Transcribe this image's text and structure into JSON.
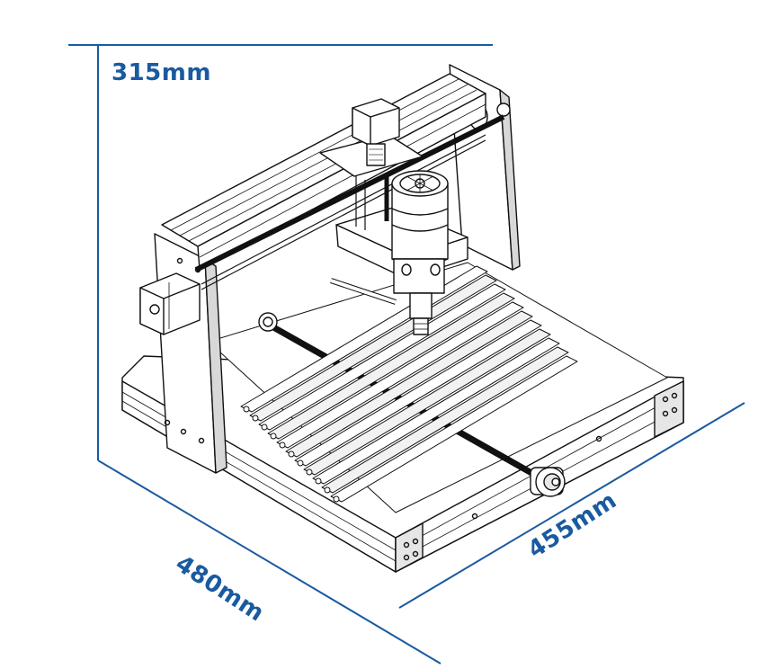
{
  "dimensions": {
    "height_label": "315mm",
    "length_label": "480mm",
    "width_label": "455mm"
  },
  "colors": {
    "dimension": "#1a5aa0",
    "outline": "#111111",
    "shade": "#c8c8c8",
    "rod": "#111111",
    "background": "#ffffff"
  }
}
